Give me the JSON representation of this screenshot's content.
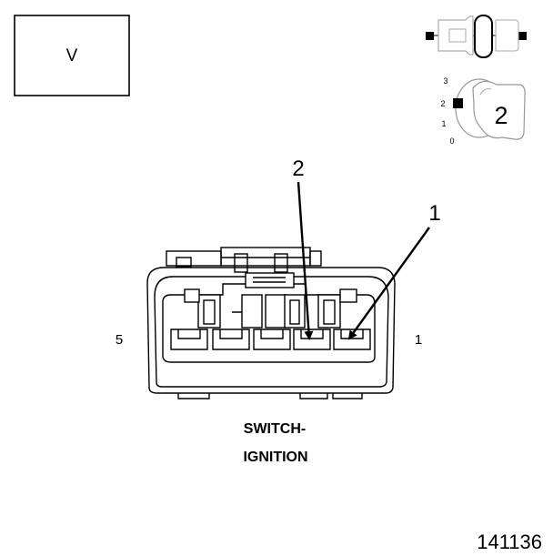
{
  "view_box": {
    "label": "V"
  },
  "key_icon": {
    "positions": [
      "3",
      "2",
      "1",
      "0"
    ],
    "active_position": "2"
  },
  "callouts": {
    "upper": "2",
    "lower": "1"
  },
  "pin_numbers": {
    "left": "5",
    "right": "1"
  },
  "caption": {
    "line1": "SWITCH-",
    "line2": "IGNITION"
  },
  "figure_number": "141136"
}
